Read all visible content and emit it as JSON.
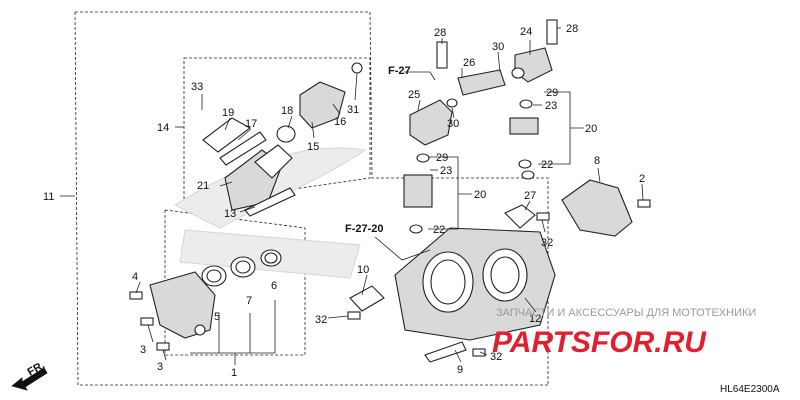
{
  "diagram": {
    "part_labels": [
      "1",
      "2",
      "3",
      "3",
      "4",
      "5",
      "6",
      "7",
      "8",
      "9",
      "10",
      "11",
      "12",
      "13",
      "14",
      "15",
      "16",
      "17",
      "18",
      "19",
      "20",
      "20",
      "21",
      "22",
      "22",
      "23",
      "23",
      "24",
      "25",
      "26",
      "27",
      "28",
      "28",
      "29",
      "29",
      "30",
      "30",
      "31",
      "32",
      "32",
      "32",
      "33"
    ],
    "references": [
      "F-27",
      "F-27-20"
    ],
    "diagram_code": "HL64E2300A",
    "direction_label": "FR."
  },
  "watermark": {
    "line1": "ЗАПЧАСТИ И АКСЕССУАРЫ ДЛЯ МОТОТЕХНИКИ",
    "line2": "PARTSFOR.RU",
    "color": "#e0202e"
  }
}
